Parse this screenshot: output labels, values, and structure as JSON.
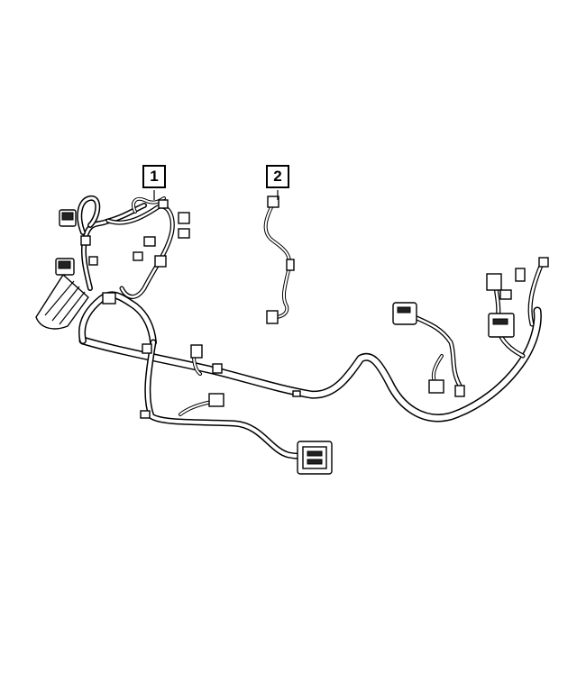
{
  "callouts": [
    {
      "label": "1",
      "part": "main-wiring-harness"
    },
    {
      "label": "2",
      "part": "jumper-wire"
    }
  ],
  "colors": {
    "line": "#000000",
    "background": "#ffffff"
  }
}
